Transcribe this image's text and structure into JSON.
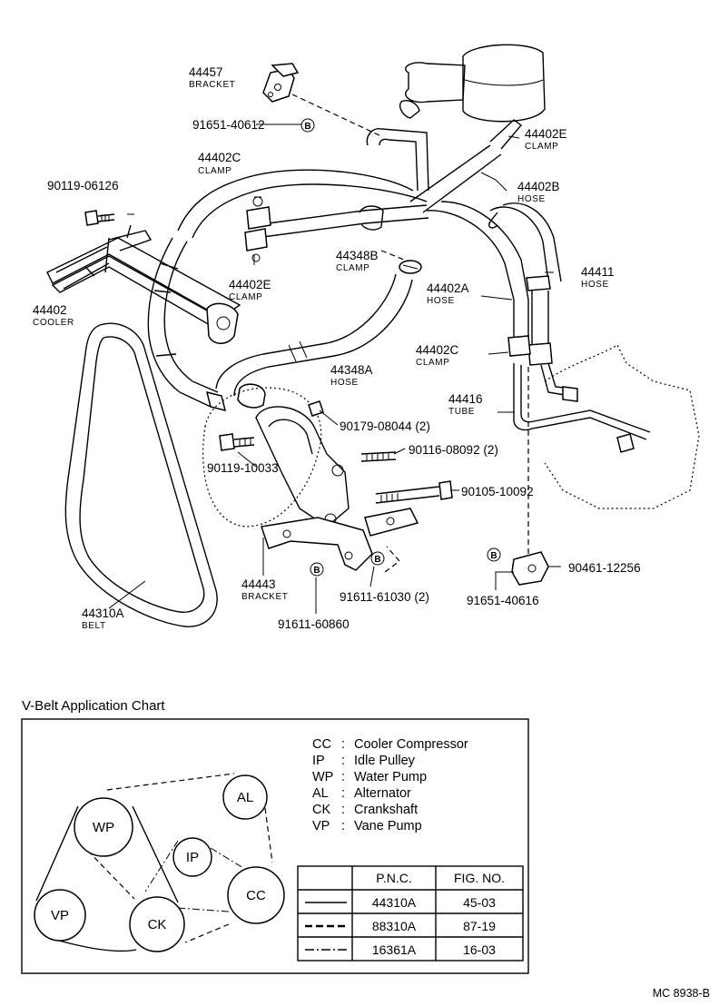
{
  "parts": [
    {
      "num": "44457",
      "name": "BRACKET"
    },
    {
      "num": "91651-40612",
      "name": ""
    },
    {
      "num": "44402E",
      "name": "CLAMP"
    },
    {
      "num": "44402C",
      "name": "CLAMP"
    },
    {
      "num": "90119-06126",
      "name": ""
    },
    {
      "num": "44402B",
      "name": "HOSE"
    },
    {
      "num": "44348B",
      "name": "CLAMP"
    },
    {
      "num": "44411",
      "name": "HOSE"
    },
    {
      "num": "44402",
      "name": "COOLER"
    },
    {
      "num": "44402E",
      "name": "CLAMP"
    },
    {
      "num": "44402A",
      "name": "HOSE"
    },
    {
      "num": "44402C",
      "name": "CLAMP"
    },
    {
      "num": "44348A",
      "name": "HOSE"
    },
    {
      "num": "44416",
      "name": "TUBE"
    },
    {
      "num": "90179-08044 (2)",
      "name": ""
    },
    {
      "num": "90116-08092 (2)",
      "name": ""
    },
    {
      "num": "90119-10033",
      "name": ""
    },
    {
      "num": "90105-10092",
      "name": ""
    },
    {
      "num": "44443",
      "name": "BRACKET"
    },
    {
      "num": "91611-61030 (2)",
      "name": ""
    },
    {
      "num": "91651-40616",
      "name": ""
    },
    {
      "num": "90461-12256",
      "name": ""
    },
    {
      "num": "44310A",
      "name": "BELT"
    },
    {
      "num": "91611-60860",
      "name": ""
    }
  ],
  "marker": "B",
  "chart": {
    "title": "V-Belt Application Chart",
    "legend": [
      {
        "abbr": "CC",
        "sep": ":",
        "desc": "Cooler Compressor"
      },
      {
        "abbr": "IP",
        "sep": ":",
        "desc": "Idle Pulley"
      },
      {
        "abbr": "WP",
        "sep": ":",
        "desc": "Water Pump"
      },
      {
        "abbr": "AL",
        "sep": ":",
        "desc": "Alternator"
      },
      {
        "abbr": "CK",
        "sep": ":",
        "desc": "Crankshaft"
      },
      {
        "abbr": "VP",
        "sep": ":",
        "desc": "Vane Pump"
      }
    ],
    "nodes": [
      "WP",
      "AL",
      "IP",
      "CC",
      "VP",
      "CK"
    ],
    "table": {
      "headers": [
        "P.N.C.",
        "FIG.  NO."
      ],
      "rows": [
        {
          "pnc": "44310A",
          "fig": "45-03",
          "line": "solid"
        },
        {
          "pnc": "88310A",
          "fig": "87-19",
          "line": "dashed"
        },
        {
          "pnc": "16361A",
          "fig": "16-03",
          "line": "dash-dot"
        }
      ]
    }
  },
  "ref_code": "MC  8938-B"
}
